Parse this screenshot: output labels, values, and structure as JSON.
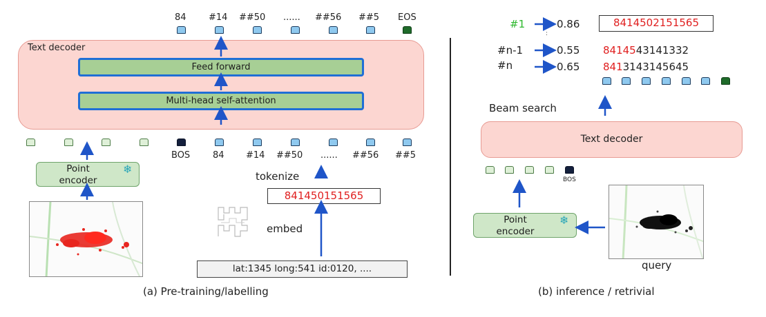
{
  "colors": {
    "arrow": "#1f55c8",
    "token_fill": "#8fc9ef",
    "eos_token": "#1f6b2a",
    "bos_token": "#14203d",
    "point_token": "#dff0d8",
    "decoder_fill": "#fcd6d1",
    "block_fill": "#a7cf95",
    "block_border": "#1f6fd6",
    "highlight_red": "#e02020",
    "highlight_green": "#2db82d",
    "encoder_fill": "#cfe7c8",
    "snowflake": "#2aa6b8"
  },
  "left": {
    "caption": "(a) Pre-training/labelling",
    "decoder_title": "Text decoder",
    "feed_forward": "Feed forward",
    "attention": "Multi-head self-attention",
    "output_labels": [
      "84",
      "#14",
      "##50",
      "......",
      "##56",
      "##5",
      "EOS"
    ],
    "input_labels": [
      "BOS",
      "84",
      "#14",
      "##50",
      "......",
      "##56",
      "##5"
    ],
    "encoder_label": "Point\nencoder",
    "snowflake_icon": "❄",
    "tokenize_label": "tokenize",
    "code": "841450151565",
    "embed_label": "embed",
    "record": "lat:1345 long:541 id:0120, ...."
  },
  "right": {
    "caption": "(b) inference / retrivial",
    "beams": [
      {
        "rank": "#1",
        "score": "0.86",
        "code_red": "8414502151565",
        "code_black": ""
      },
      {
        "rank": "#n-1",
        "score": "0.55",
        "code_red": "84145",
        "code_black": "43141332"
      },
      {
        "rank": "#n",
        "score": "0.65",
        "code_red": "841",
        "code_black": "3143145645"
      }
    ],
    "ellipsis": ":",
    "beam_search_label": "Beam search",
    "decoder_title": "Text decoder",
    "bos_label": "BOS",
    "encoder_label": "Point\nencoder",
    "snowflake_icon": "❄",
    "query_label": "query"
  }
}
